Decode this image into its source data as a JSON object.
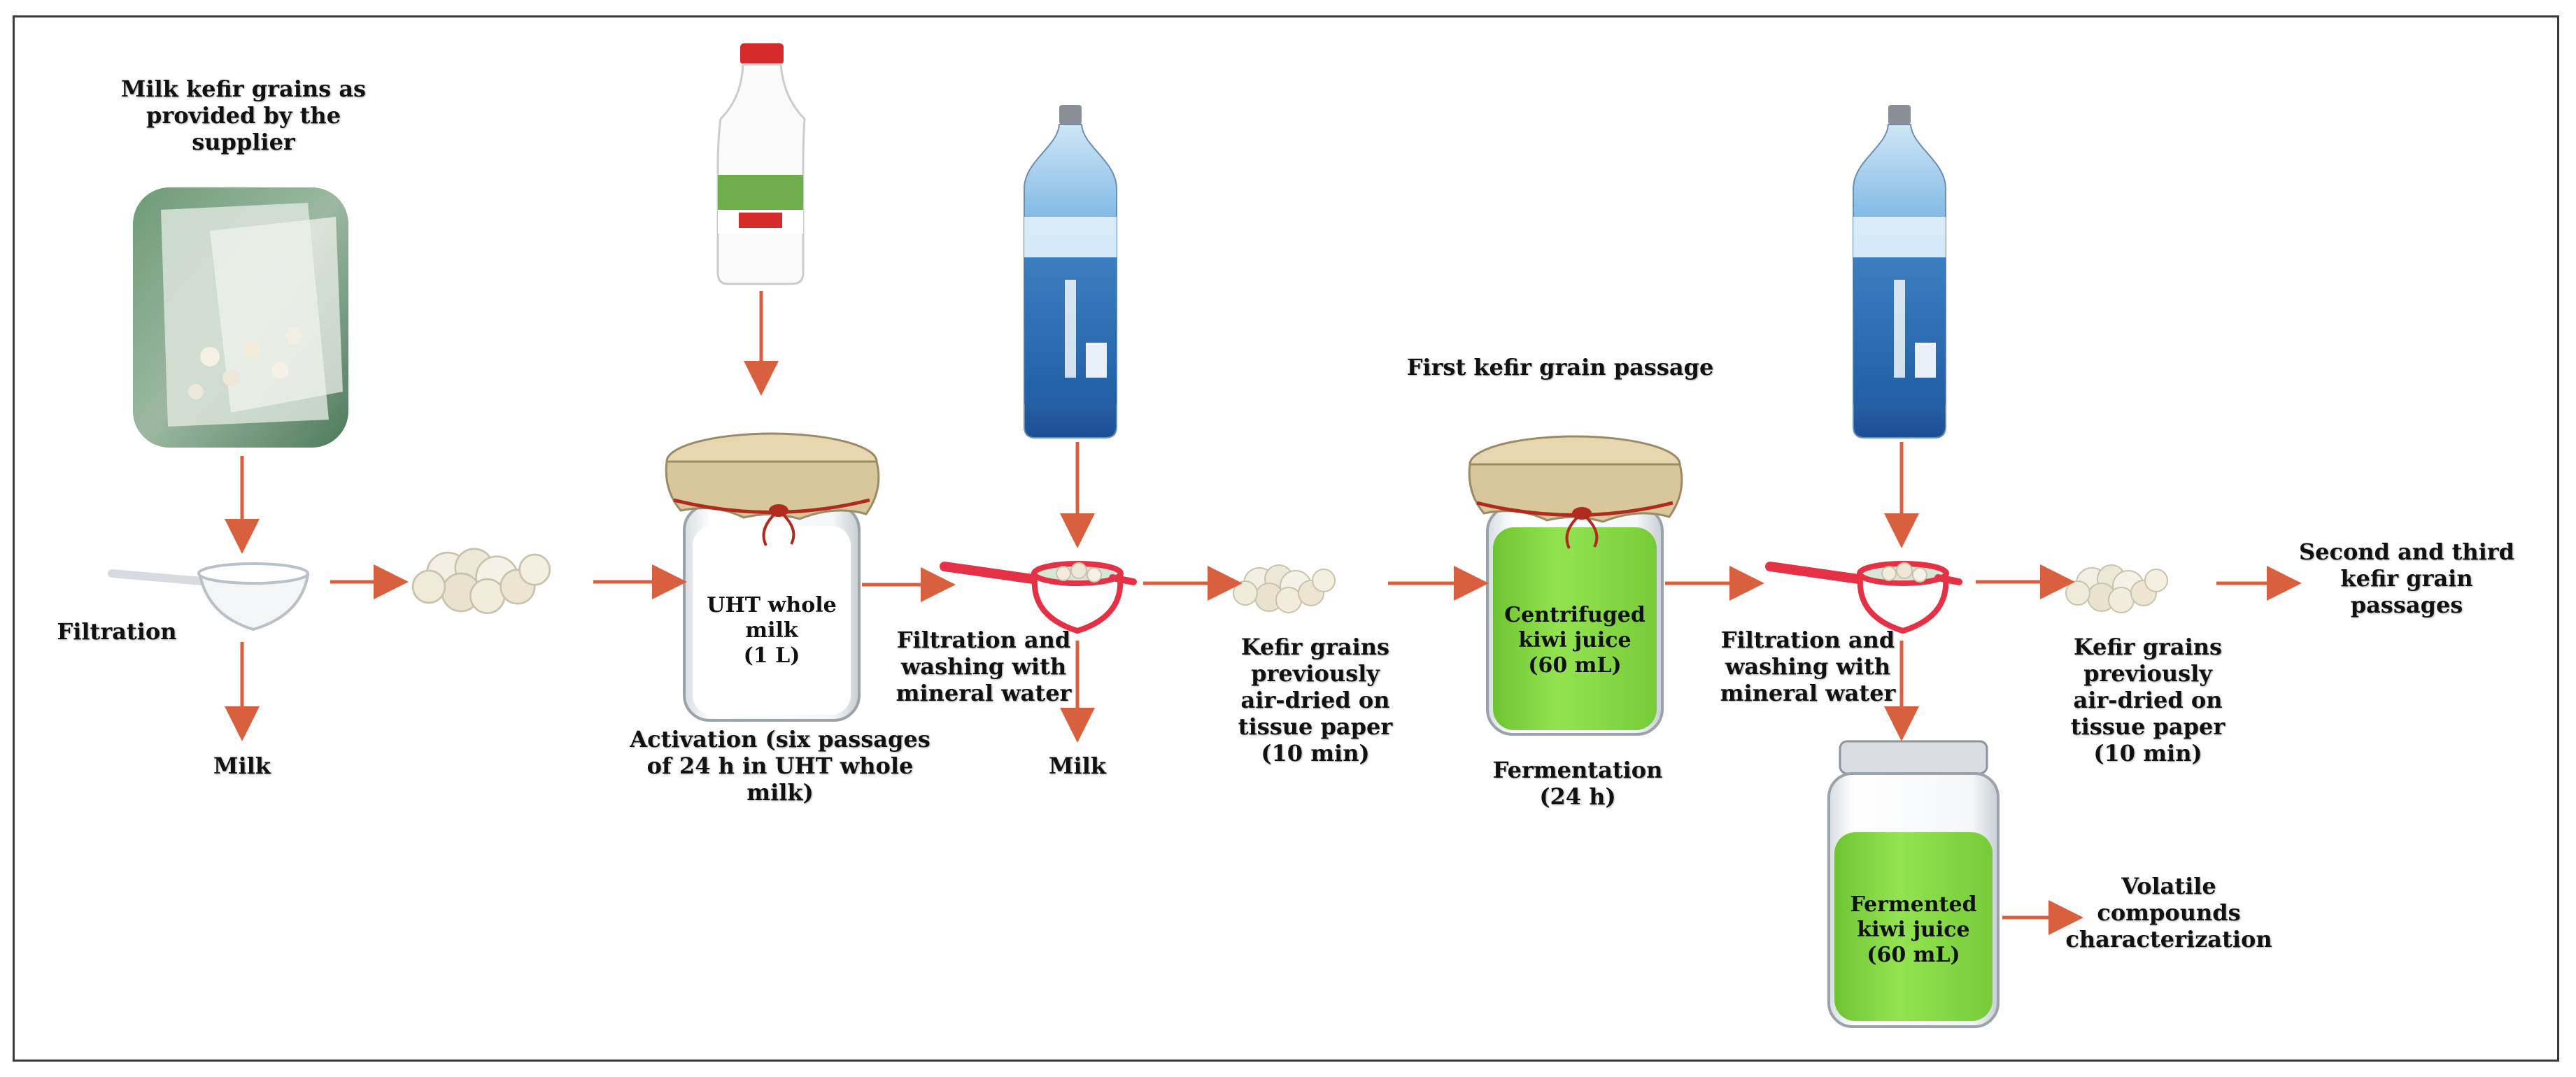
{
  "labels": {
    "milk_kefir_grains": "Milk kefir grains as\nprovided by the\nsupplier",
    "filtration": "Filtration",
    "milk_1": "Milk",
    "uht_whole_milk": "UHT whole\nmilk\n(1 L)",
    "activation": "Activation (six passages\nof 24 h in UHT whole\nmilk)",
    "filtration_washing_1": "Filtration and\nwashing with\nmineral water",
    "milk_2": "Milk",
    "kefir_grains_dried_1": "Kefir grains\npreviously\nair-dried on\ntissue paper\n(10 min)",
    "first_passage": "First kefir grain passage",
    "centrifuged_kiwi_juice": "Centrifuged\nkiwi juice\n(60 mL)",
    "fermentation": "Fermentation\n(24 h)",
    "filtration_washing_2": "Filtration and\nwashing with\nmineral water",
    "kefir_grains_dried_2": "Kefir grains\npreviously\nair-dried on\ntissue paper\n(10 min)",
    "second_third_passages": "Second and third\nkefir grain\npassages",
    "fermented_kiwi_juice": "Fermented\nkiwi juice\n(60 mL)",
    "volatile_compounds": "Volatile\ncompounds\ncharacterization"
  },
  "colors": {
    "arrow": "#d9603f",
    "kiwi_juice": "#8fe04a",
    "strainer_red": "#e53045",
    "water_bottle": "#2f7fc9",
    "milk_cap": "#d62b2b",
    "cloth_cover": "#e7d7b0"
  },
  "icons": {
    "supplier_bag": "kefir-grain-bag-photo",
    "white_strainer": "strainer-icon",
    "red_strainer": "red-strainer-icon",
    "grains": "kefir-grains-icon",
    "milk_bottle": "milk-bottle-icon",
    "water_bottle": "water-bottle-icon",
    "jar": "jar-icon"
  }
}
